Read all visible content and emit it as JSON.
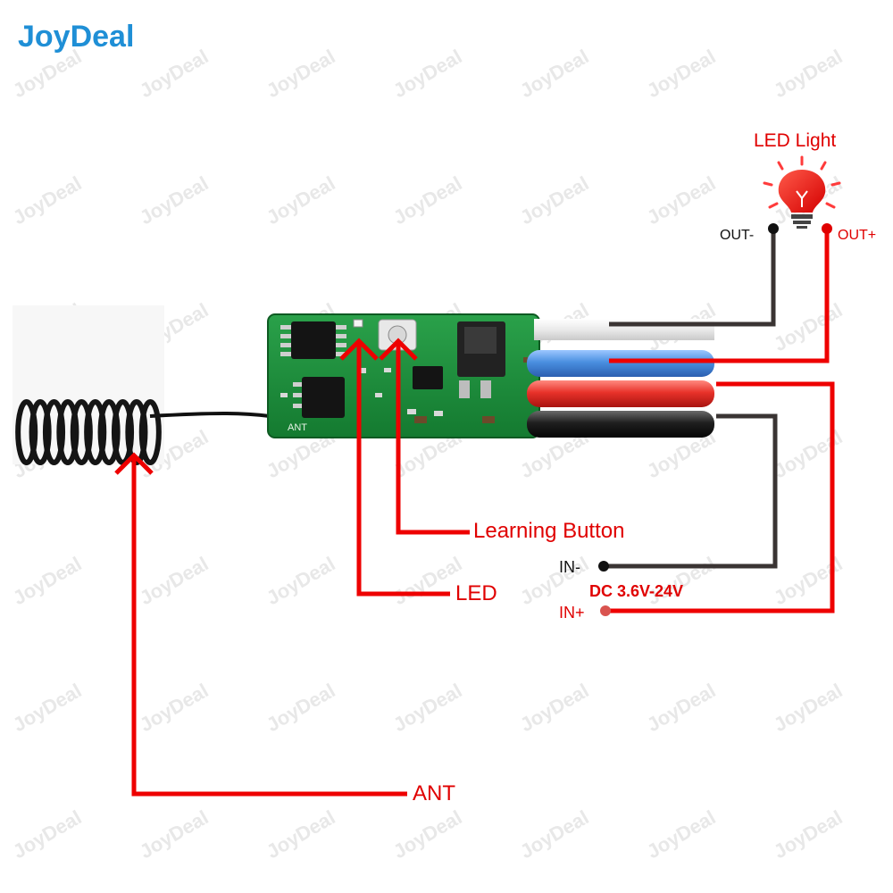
{
  "brand": {
    "name": "JoyDeal",
    "color": "#1f8fd6"
  },
  "watermark": "JoyDeal",
  "labels": {
    "led_light": "LED Light",
    "out_minus": "OUT-",
    "out_plus": "OUT+",
    "learning_button": "Learning Button",
    "led": "LED",
    "in_minus": "IN-",
    "dc_range": "DC 3.6V-24V",
    "in_plus": "IN+",
    "ant": "ANT",
    "pcb_ant": "ANT"
  },
  "colors": {
    "arrow_red": "#ee0000",
    "label_red": "#e00000",
    "wire_dark": "#3a3433",
    "pcb_green": "#1f8a3a",
    "wire_blue": "#4a8fe0",
    "wire_red": "#e8322a",
    "wire_black": "#1a1a1a"
  }
}
